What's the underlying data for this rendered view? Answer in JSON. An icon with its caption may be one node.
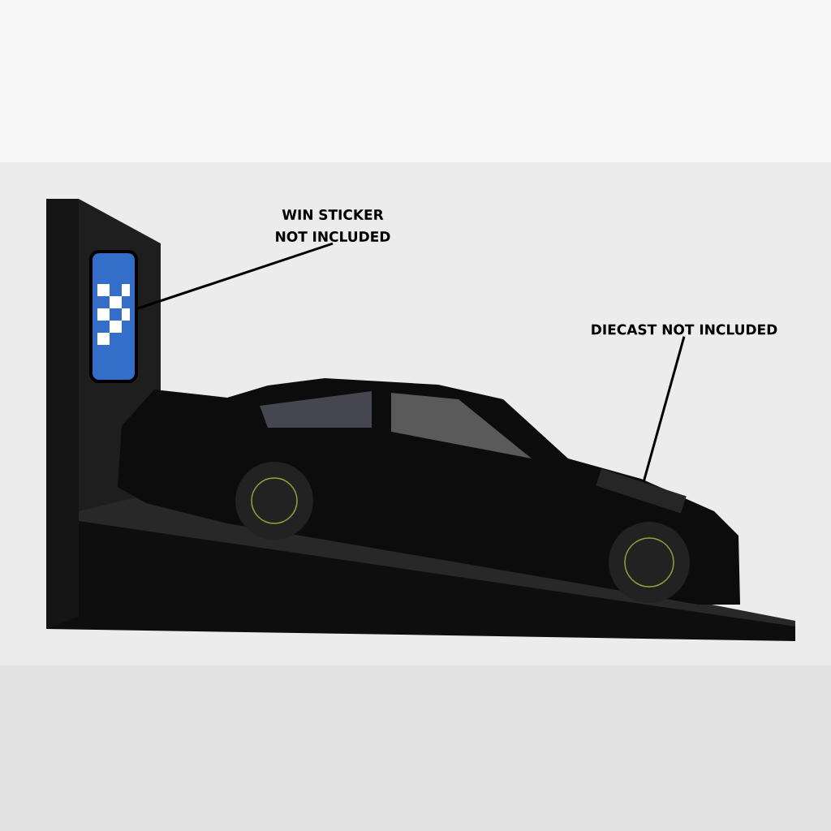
{
  "diagram": {
    "nodes": [
      {
        "text": [
          "WIN STICKER NOT INCLUDED"
        ]
      },
      {
        "text": [],
        "shape": "picture"
      },
      {
        "text": [
          "DIECAST NOT INCLUDED"
        ]
      },
      {
        "text": [],
        "shape": "picture"
      }
    ],
    "edges": [
      {
        "from": 0,
        "to": 1,
        "arrow": "none"
      },
      {
        "from": 2,
        "to": 3,
        "arrow": "none"
      }
    ]
  }
}
